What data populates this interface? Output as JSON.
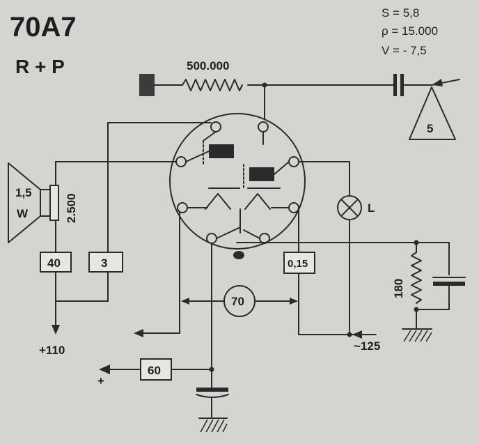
{
  "title": "70A7",
  "subtitle": "R + P",
  "specs": {
    "s": "S = 5,8",
    "rho": "ρ = 15.000",
    "v": "V = - 7,5"
  },
  "labels": {
    "grid_resistor": "500.000",
    "input_stage": "5",
    "speaker_power": "1,5",
    "speaker_unit": "W",
    "output_transformer": "2.500",
    "box_40": "40",
    "box_3": "3",
    "box_015": "0,15",
    "box_70": "70",
    "box_60": "60",
    "cathode_resistor": "180",
    "lamp": "L",
    "supply_110": "+110",
    "supply_125": "~125",
    "plus": "+"
  }
}
